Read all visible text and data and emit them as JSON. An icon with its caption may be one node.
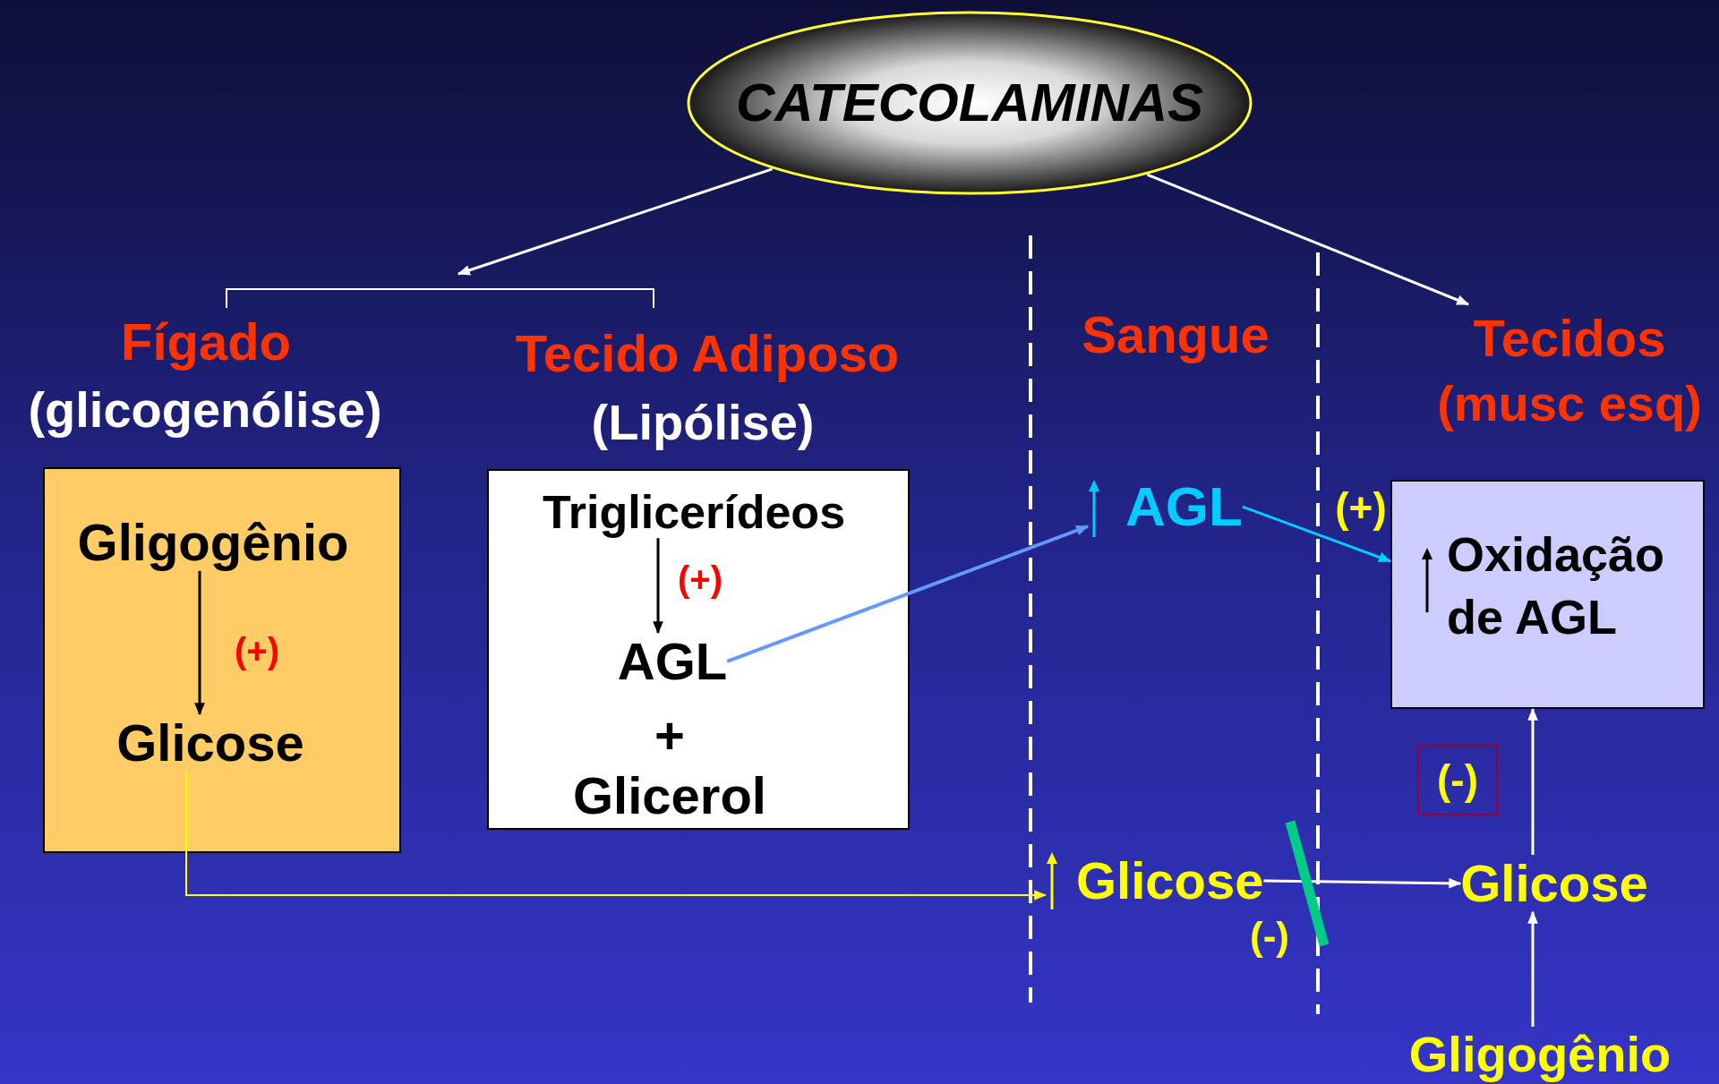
{
  "diagram": {
    "nodes": [
      {
        "text": [
          "CATECOLAMINAS"
        ]
      },
      {
        "text": [
          "Fígado",
          "(glicogenólise)"
        ]
      },
      {
        "text": [
          "Gligogênio"
        ],
        "in": 1
      },
      {
        "text": [
          "Glicose"
        ],
        "in": 1
      },
      {
        "text": [
          "Tecido Adiposo",
          "(Lipólise)"
        ]
      },
      {
        "text": [
          "Triglicerídeos"
        ],
        "in": 4
      },
      {
        "text": [
          "AGL"
        ],
        "in": 4
      },
      {
        "text": [
          "Tecidos",
          "(musc esq)"
        ]
      },
      {
        "text": [
          "AGL"
        ]
      },
      {
        "text": [
          "Oxidação de AGL"
        ]
      },
      {
        "text": [
          "Glicose"
        ]
      },
      {
        "text": [
          "Glicose"
        ]
      },
      {
        "text": [
          "Gligogênio"
        ]
      },
      {
        "text": [
          "(-)"
        ]
      }
    ],
    "edges": [
      {
        "from": 0,
        "to": null,
        "arrow": "to"
      },
      {
        "from": 0,
        "to": 7,
        "arrow": "to"
      },
      {
        "from": 2,
        "to": 3,
        "arrow": "to",
        "label": "(+)",
        "color": "#000000"
      },
      {
        "from": 5,
        "to": 6,
        "arrow": "to",
        "label": "(+)",
        "color": "#000000"
      },
      {
        "from": 3,
        "to": 10,
        "arrow": "to",
        "color": "#ffff00"
      },
      {
        "from": 6,
        "to": 8,
        "arrow": "to",
        "color": "#6699ff"
      },
      {
        "from": 8,
        "to": 9,
        "arrow": "to",
        "label": "(+)",
        "color": "#00ccff"
      },
      {
        "from": 10,
        "to": 11,
        "arrow": "to"
      },
      {
        "from": 12,
        "to": 11,
        "arrow": "to"
      },
      {
        "from": 11,
        "to": 9,
        "arrow": "to"
      }
    ],
    "labels": [
      "Sangue",
      "+",
      "Glicerol",
      "(-)"
    ]
  }
}
